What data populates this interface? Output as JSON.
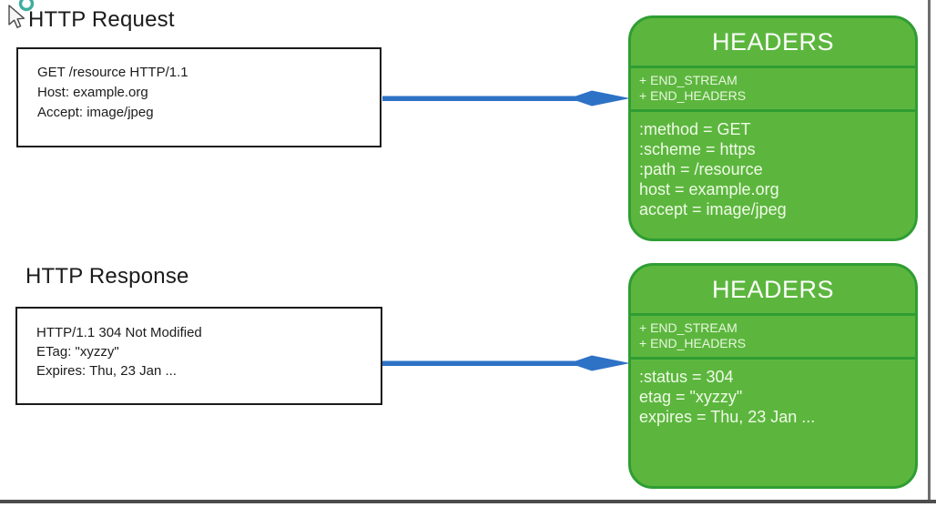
{
  "request_section": {
    "title": "HTTP Request",
    "message_lines": [
      "GET /resource HTTP/1.1",
      "Host: example.org",
      "Accept: image/jpeg"
    ]
  },
  "response_section": {
    "title": "HTTP Response",
    "message_lines": [
      "HTTP/1.1 304 Not Modified",
      "ETag: \"xyzzy\"",
      "Expires: Thu, 23 Jan ..."
    ]
  },
  "frames": [
    {
      "title": "HEADERS",
      "flags": [
        "+ END_STREAM",
        "+ END_HEADERS"
      ],
      "fields": [
        ":method = GET",
        ":scheme = https",
        ":path = /resource",
        "host = example.org",
        "accept = image/jpeg"
      ]
    },
    {
      "title": "HEADERS",
      "flags": [
        "+ END_STREAM",
        "+ END_HEADERS"
      ],
      "fields": [
        ":status = 304",
        "etag = \"xyzzy\"",
        "expires = Thu, 23 Jan ..."
      ]
    }
  ],
  "icons": {
    "cursor": "mouse-pointer",
    "busy_ring": "busy-spinner-ring"
  },
  "colors": {
    "frame_fill": "#5cb63e",
    "frame_border": "#2f9d32",
    "arrow": "#2e72c6",
    "window_edge": "#6e6e6e",
    "text_dark": "#1b1b1b",
    "frame_text": "#effae6"
  }
}
